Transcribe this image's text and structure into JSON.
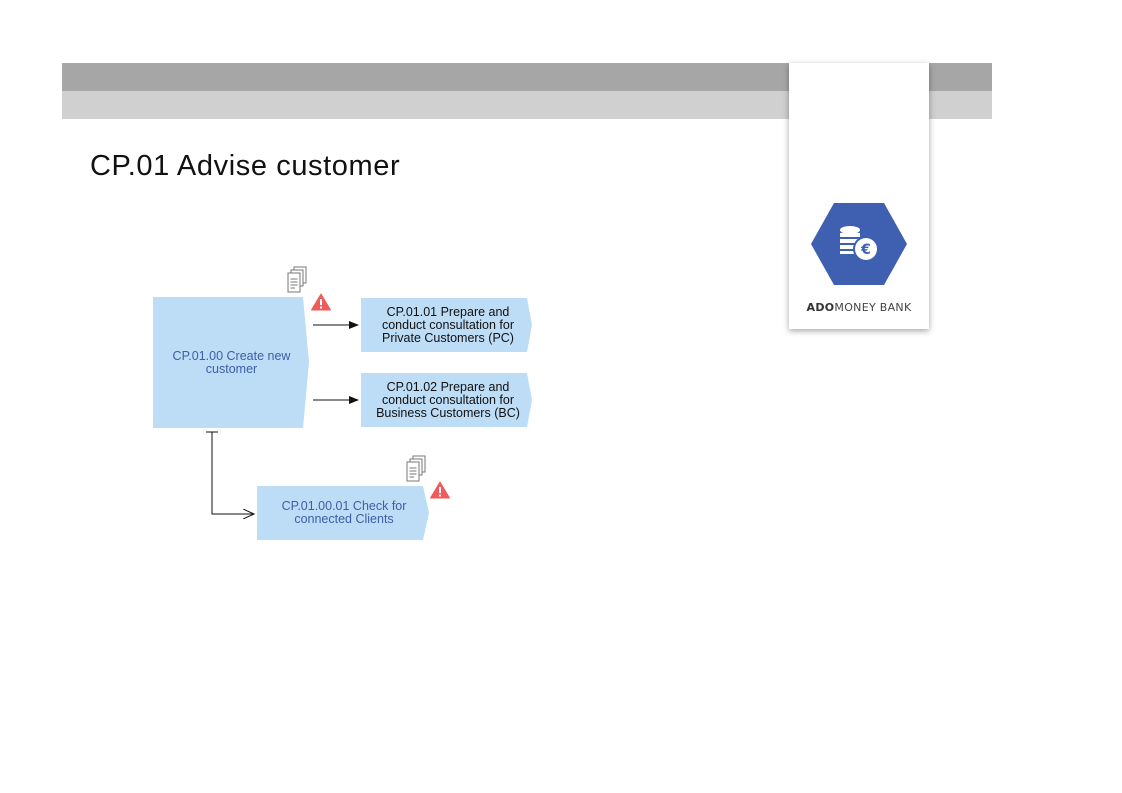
{
  "page": {
    "title": "CP.01 Advise customer"
  },
  "logo": {
    "brand_bold": "ADO",
    "brand_rest": "MONEY BANK",
    "icon": "coins-euro-icon",
    "hex_color": "#3f5fb0"
  },
  "diagram": {
    "nodes": [
      {
        "id": "cp0100",
        "label": "CP.01.00 Create new customer",
        "has_document": true,
        "has_warning": true
      },
      {
        "id": "cp0101",
        "label": "CP.01.01 Prepare and conduct consultation for Private Customers (PC)"
      },
      {
        "id": "cp0102",
        "label": "CP.01.02 Prepare and conduct consultation for Business Customers (BC)"
      },
      {
        "id": "cp010001",
        "label": "CP.01.00.01 Check for connected Clients",
        "has_document": true,
        "has_warning": true
      }
    ],
    "colors": {
      "node_fill": "#bddcf5",
      "warning": "#ef5b5b",
      "document_icon": "#777777"
    }
  }
}
